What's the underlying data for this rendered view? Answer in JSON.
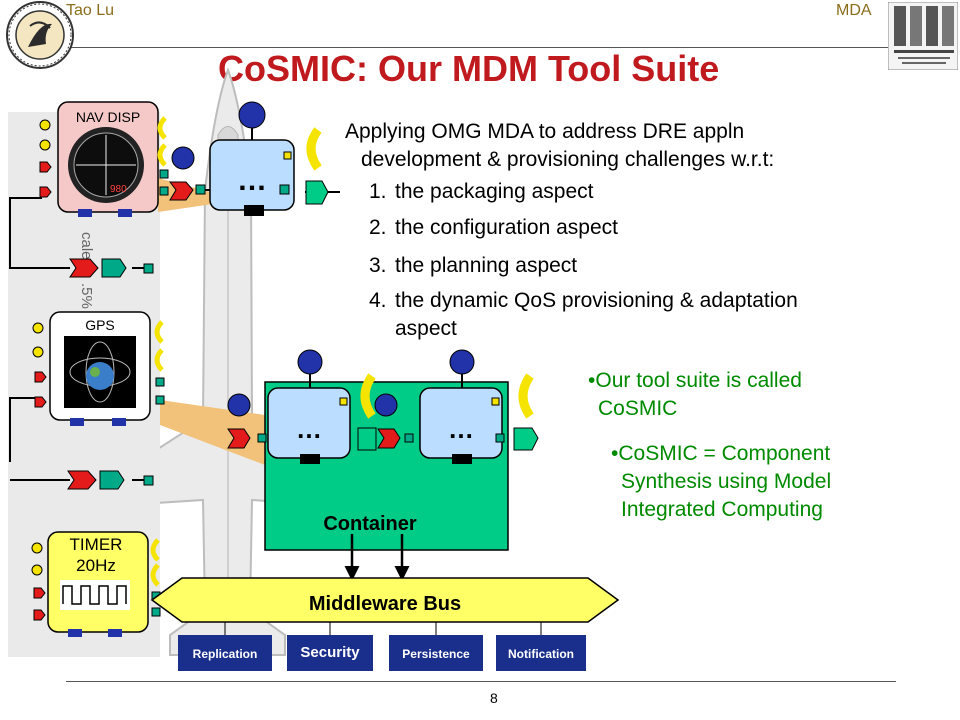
{
  "header": {
    "author": "Tao Lu",
    "topic": "MDA"
  },
  "title": "CoSMIC: Our MDM Tool Suite",
  "intro": {
    "line1": "Applying OMG MDA to address DRE appln",
    "line2": "development & provisioning challenges w.r.t:"
  },
  "aspects": [
    {
      "num": "1.",
      "text": "the packaging aspect"
    },
    {
      "num": "2.",
      "text": "the configuration aspect"
    },
    {
      "num": "3.",
      "text": "the planning aspect"
    },
    {
      "num": "4.",
      "text": "the dynamic QoS provisioning & adaptation",
      "text2": "aspect"
    }
  ],
  "notes": {
    "suite_line1": "Our tool suite is called",
    "suite_line2": "CoSMIC",
    "def_line1": "CoSMIC = Component",
    "def_line2": "Synthesis using Model",
    "def_line3": "Integrated Computing",
    "bullet": "•"
  },
  "diagram": {
    "nav_disp": "NAV DISP",
    "gps": "GPS",
    "timer_line1": "TIMER",
    "timer_line2": "20Hz",
    "nav_readout": "980",
    "scale_text": "cale",
    "scale_pct": ".5%",
    "ellipsis": "…",
    "container": "Container",
    "middleware_bus": "Middleware Bus",
    "services": [
      "Replication",
      "Security",
      "Persistence",
      "Notification"
    ]
  },
  "footer": {
    "page": "8"
  },
  "colors": {
    "title": "#c0191e",
    "note_text": "#008a00",
    "container_fill": "#00cc88",
    "component_fill": "#bbddff",
    "bus_fill": "#ffff66",
    "service_fill": "#1a2f8c",
    "port_red": "#e31b1b",
    "port_green": "#00aa88",
    "port_yellow": "#f5e400",
    "port_blue": "#2233aa"
  }
}
